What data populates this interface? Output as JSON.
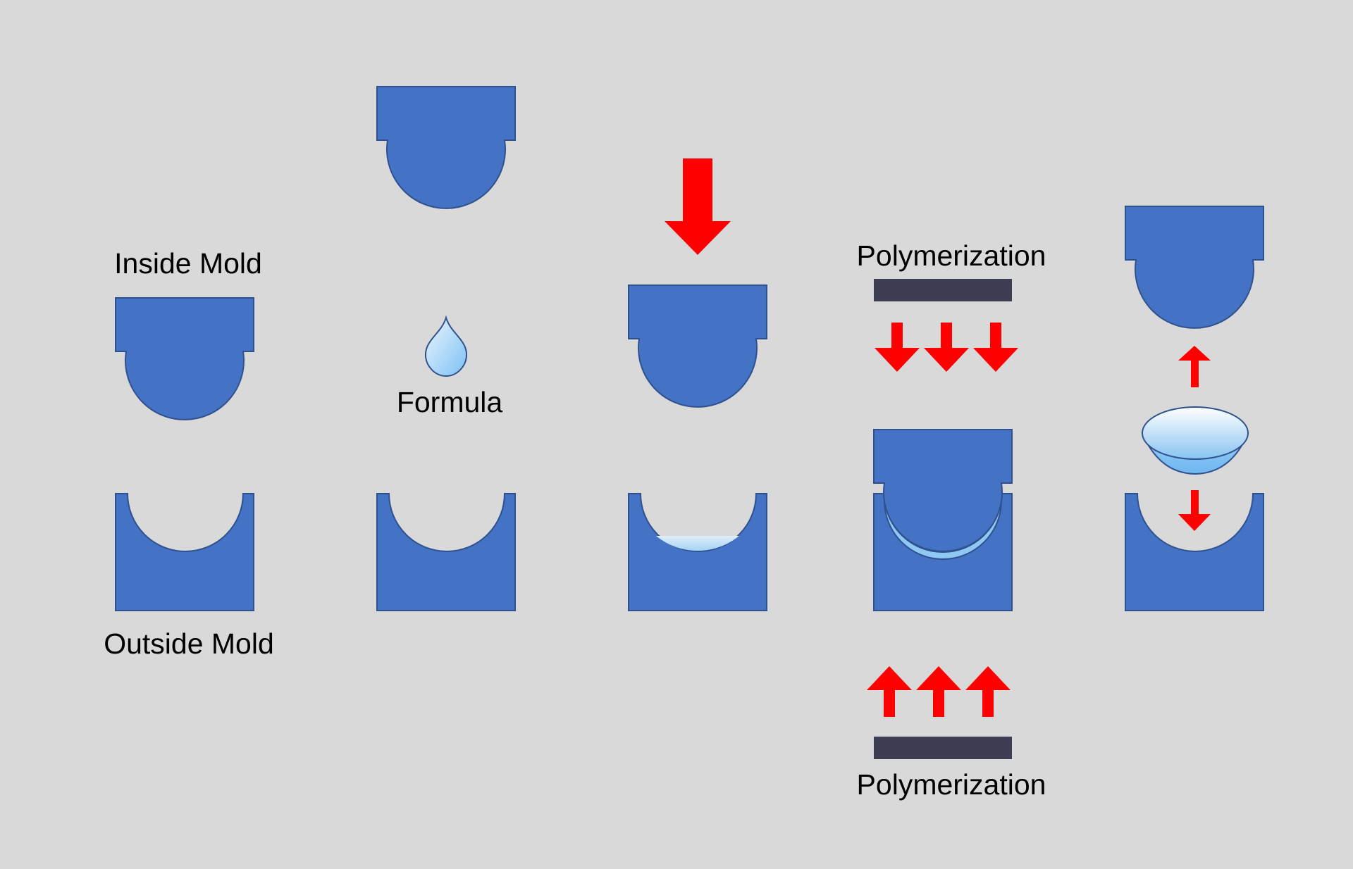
{
  "labels": {
    "inside_mold": "Inside Mold",
    "outside_mold": "Outside Mold",
    "formula": "Formula",
    "polymerization_top": "Polymerization",
    "polymerization_bottom": "Polymerization"
  },
  "colors": {
    "background": "#d9d9d9",
    "mold_fill": "#4472c4",
    "mold_stroke": "#2f528f",
    "arrow": "#ff0000",
    "lamp": "#3d3d54",
    "formula_light": "#deebf7",
    "formula_dark": "#8fc8f4"
  }
}
